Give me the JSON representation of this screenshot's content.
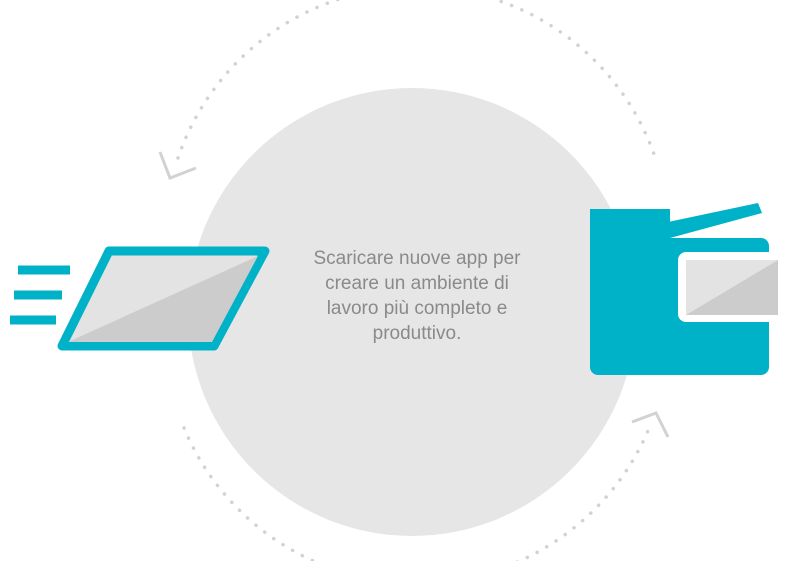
{
  "caption": {
    "lines": [
      "Scaricare nuove app per",
      "creare un ambiente di",
      "lavoro più completo e",
      "produttivo."
    ]
  },
  "colors": {
    "accent": "#00b2c7",
    "circle": "#e6e6e6",
    "tablet_screen": "#e3e3e3",
    "tablet_screen_shade": "#cccccc",
    "dotted_arc": "#d2d2d2",
    "text": "#8a8a8a"
  },
  "icons": {
    "left": "tablet-sending-icon",
    "right": "multifunction-printer-icon"
  }
}
